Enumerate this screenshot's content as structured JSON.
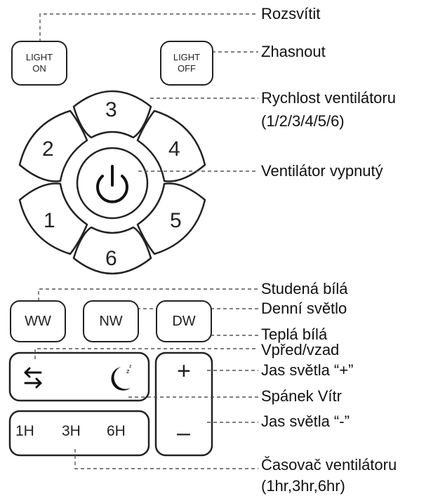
{
  "buttons": {
    "light_on": [
      "LIGHT",
      "ON"
    ],
    "light_off": [
      "LIGHT",
      "OFF"
    ],
    "speeds": [
      "1",
      "2",
      "3",
      "4",
      "5",
      "6"
    ],
    "ww": "WW",
    "nw": "NW",
    "dw": "DW",
    "plus": "+",
    "minus": "–",
    "timer_1h": "1H",
    "timer_3h": "3H",
    "timer_6h": "6H"
  },
  "labels": {
    "light_on": "Rozsvítit",
    "light_off": "Zhasnout",
    "fan_speed_1": "Rychlost ventilátoru",
    "fan_speed_2": "(1/2/3/4/5/6)",
    "fan_off": "Ventilátor vypnutý",
    "cool_white": "Studená bílá",
    "daylight": "Denní světlo",
    "warm_white": "Teplá bílá",
    "forward_reverse": "Vpřed/vzad",
    "brightness_plus": "Jas světla “+”",
    "sleep_wind": "Spánek Vítr",
    "brightness_minus": "Jas světla “-”",
    "timer_1": "Časovač ventilátoru",
    "timer_2": "(1hr,3hr,6hr)"
  },
  "icons": [
    "power-icon",
    "reverse-arrows-icon",
    "moon-sleep-icon"
  ]
}
